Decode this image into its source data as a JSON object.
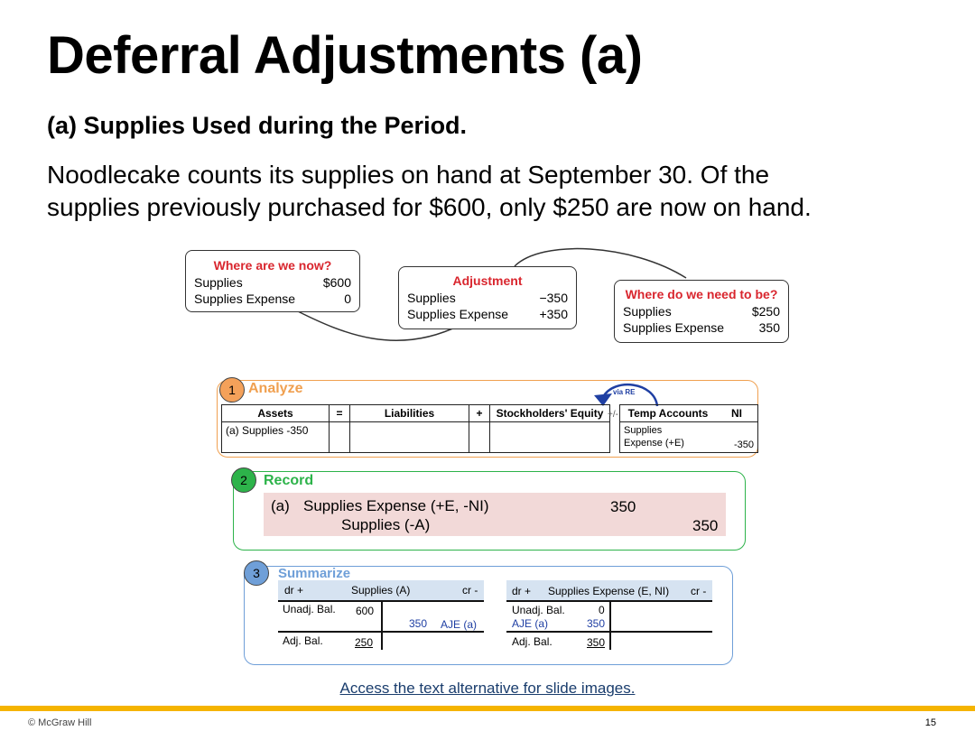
{
  "slide": {
    "title": "Deferral Adjustments (a)",
    "subtitle": "(a) Supplies Used during the Period.",
    "paragraph_line1": "Noodlecake counts its supplies on hand at September 30. Of the",
    "paragraph_line2": "supplies previously purchased for $600, only $250 are now on hand.",
    "link_text": "Access the text alternative for slide images.",
    "copyright": "© McGraw Hill",
    "page_number": "15"
  },
  "flow": {
    "now": {
      "heading": "Where are we now?",
      "row1_label": "Supplies",
      "row1_value": "$600",
      "row2_label": "Supplies Expense",
      "row2_value": "0"
    },
    "adjustment": {
      "heading": "Adjustment",
      "row1_label": "Supplies",
      "row1_value": "−350",
      "row2_label": "Supplies Expense",
      "row2_value": "+350"
    },
    "target": {
      "heading": "Where do we need to be?",
      "row1_label": "Supplies",
      "row1_value": "$250",
      "row2_label": "Supplies Expense",
      "row2_value": "350"
    }
  },
  "analyze": {
    "number": "1",
    "label": "Analyze",
    "via_re": "via RE",
    "headers": {
      "assets": "Assets",
      "eq": "=",
      "liabilities": "Liabilities",
      "plus": "+",
      "se": "Stockholders' Equity",
      "pm": "+/-",
      "temp": "Temp Accounts",
      "ni": "NI"
    },
    "assets_entry": "(a)  Supplies  -350",
    "temp_entry_line1": "Supplies",
    "temp_entry_line2": "Expense (+E)",
    "ni_entry": "-350"
  },
  "record": {
    "number": "2",
    "label": "Record",
    "entry_ref": "(a)",
    "debit_account": "Supplies Expense  (+E, -NI)",
    "debit_amount": "350",
    "credit_account": "Supplies (-A)",
    "credit_amount": "350"
  },
  "summarize": {
    "number": "3",
    "label": "Summarize",
    "t1": {
      "dr": "dr +",
      "title": "Supplies (A)",
      "cr": "cr -",
      "unadj_label": "Unadj. Bal.",
      "unadj_value": "600",
      "aje_value": "350",
      "aje_label": "AJE (a)",
      "adj_label": "Adj. Bal.",
      "adj_value": "250"
    },
    "t2": {
      "dr": "dr +",
      "title": "Supplies Expense (E, NI)",
      "cr": "cr -",
      "unadj_label": "Unadj. Bal.",
      "unadj_value": "0",
      "aje_label": "AJE (a)",
      "aje_value": "350",
      "adj_label": "Adj. Bal.",
      "adj_value": "350"
    }
  },
  "colors": {
    "analyze": "#f0a050",
    "record": "#2db34a",
    "summarize": "#6f9fd8",
    "heading_red": "#d9262e",
    "footer_bar": "#f5b400"
  }
}
